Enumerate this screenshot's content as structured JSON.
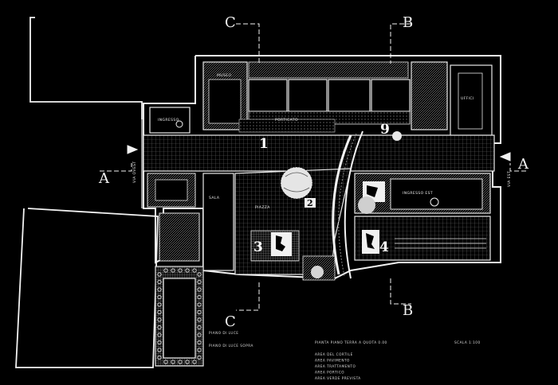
{
  "sections": {
    "c_top": "C",
    "b_top": "B",
    "a_left": "A",
    "a_right": "A",
    "c_bottom": "C",
    "b_bottom": "B"
  },
  "numbers": {
    "n1": "1",
    "n2": "2",
    "n3": "3",
    "n4": "4",
    "n9": "9"
  },
  "rooms": {
    "portico": "PORTICATO",
    "ingresso": "INGRESSO",
    "museo": "MUSEO",
    "uffici": "UFFICI",
    "sala": "SALA",
    "piazza": "PIAZZA",
    "ingresso_est": "INGRESSO EST",
    "via_ovest": "VIA OVEST",
    "via_est": "VIA EST"
  },
  "title": {
    "line1": "PIANTA   PIANO TERRA  A  QUOTA  0.00",
    "scale": "SCALA 1:100"
  },
  "legend": [
    "AREA DEL CORTILE",
    "AREA PAVIMENTO",
    "AREA TRATTAMENTO",
    "AREA PORTICO",
    "AREA VERDE PREVISTA"
  ],
  "notes": {
    "left1": "PIANO DI LUCE",
    "left2": "PIANO DI LUCE SOPRA"
  }
}
